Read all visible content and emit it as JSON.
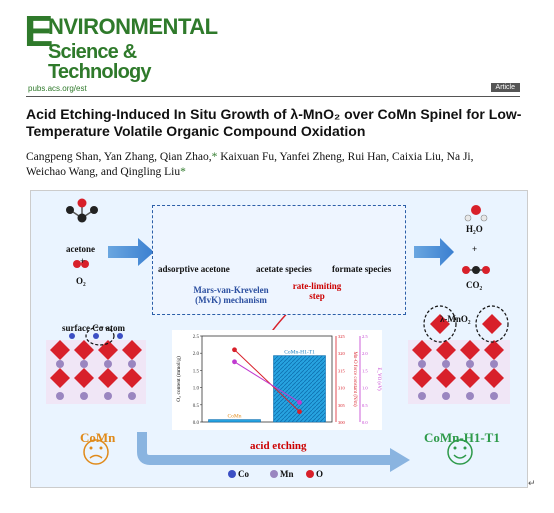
{
  "journal": {
    "logo_first_letter": "E",
    "logo_line1": "NVIRONMENTAL",
    "logo_line2": "Science & Technology",
    "url": "pubs.acs.org/est",
    "section_badge": "Article"
  },
  "paper": {
    "title": "Acid Etching-Induced In Situ Growth of λ-MnO₂ over CoMn Spinel for Low-Temperature Volatile Organic Compound Oxidation",
    "authors_line1_a": "Cangpeng Shan, Yan Zhang, Qian Zhao,",
    "authors_line1_b": "Kaixuan Fu, Yanfei Zheng, Rui Han, Caixia Liu, Na Ji,",
    "authors_line2_a": "Weichao Wang, and Qingling Liu",
    "asterisk": "*"
  },
  "toc_graphic": {
    "reactants": {
      "acetone": "acetone",
      "plus": "+",
      "o2": "O₂"
    },
    "products": {
      "h2o": "H₂O",
      "plus": "+",
      "co2": "CO₂"
    },
    "mechanism": {
      "adsorptive": "adsorptive acetone",
      "acetate": "acetate species",
      "formate": "formate species",
      "mvk_line1": "Mars-van-Krevelen",
      "mvk_line2": "(MvK) mechanism",
      "rate_line1": "rate-limiting",
      "rate_line2": "step",
      "plus": "+"
    },
    "surface_label": "surface Co atom",
    "lambda_label": "λ-MnO₂",
    "left_material": "CoMn",
    "right_material": "CoMn-H1-T1",
    "process": "acid etching",
    "legend": [
      "Co",
      "Mn",
      "O"
    ],
    "colors": {
      "Co": "#3b4fc4",
      "Mn": "#9a86c0",
      "O": "#d8202a",
      "accent_green": "#2f7a2b",
      "accent_orange": "#e08a1a"
    }
  },
  "chart_data": {
    "type": "bar",
    "categories": [
      "CoMn",
      "CoMn-H1-T1"
    ],
    "values": [
      0.07,
      1.93
    ],
    "ylabel": "O₂ content (mmol/g)",
    "ylim": [
      0,
      2.5
    ],
    "yticks": [
      "0.0",
      "0.5",
      "1.0",
      "1.5",
      "2.0",
      "2.5"
    ],
    "bar_labels": [
      "CoMn",
      "CoMn-H1-T1"
    ],
    "secondary_axes": [
      {
        "label": "Mn-O force constant (N/m)",
        "ticks": [
          "300",
          "305",
          "310",
          "315",
          "320",
          "325"
        ],
        "ylim": [
          300,
          325
        ],
        "series_values": [
          321,
          303
        ],
        "color": "#d8202a"
      },
      {
        "label": "E_VO (eV)",
        "ticks": [
          "0.0",
          "0.5",
          "1.0",
          "1.5",
          "2.0",
          "2.5"
        ],
        "ylim": [
          0,
          2.5
        ],
        "series_values": [
          1.75,
          0.57
        ],
        "color": "#c03ad0"
      }
    ]
  }
}
